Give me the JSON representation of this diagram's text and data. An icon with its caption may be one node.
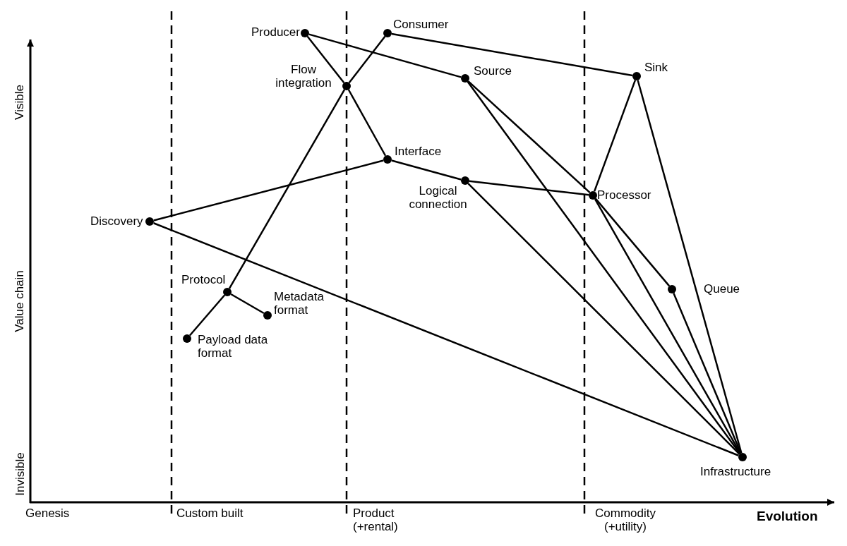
{
  "diagram": {
    "nodes": [
      {
        "text": [
          "Producer"
        ]
      },
      {
        "text": [
          "Consumer"
        ]
      },
      {
        "text": [
          "Flow integration"
        ]
      },
      {
        "text": [
          "Source"
        ]
      },
      {
        "text": [
          "Sink"
        ]
      },
      {
        "text": [
          "Interface"
        ]
      },
      {
        "text": [
          "Logical connection"
        ]
      },
      {
        "text": [
          "Processor"
        ]
      },
      {
        "text": [
          "Discovery"
        ]
      },
      {
        "text": [
          "Protocol"
        ]
      },
      {
        "text": [
          "Metadata format"
        ]
      },
      {
        "text": [
          "Payload data format"
        ]
      },
      {
        "text": [
          "Queue"
        ]
      },
      {
        "text": [
          "Infrastructure"
        ]
      }
    ],
    "edges": [
      {
        "from": 0,
        "to": 3,
        "arrow": "none"
      },
      {
        "from": 0,
        "to": 2,
        "arrow": "none"
      },
      {
        "from": 1,
        "to": 2,
        "arrow": "none"
      },
      {
        "from": 1,
        "to": 4,
        "arrow": "none"
      },
      {
        "from": 2,
        "to": 5,
        "arrow": "none"
      },
      {
        "from": 2,
        "to": 9,
        "arrow": "none"
      },
      {
        "from": 3,
        "to": 7,
        "arrow": "none"
      },
      {
        "from": 3,
        "to": 13,
        "arrow": "none"
      },
      {
        "from": 4,
        "to": 7,
        "arrow": "none"
      },
      {
        "from": 4,
        "to": 13,
        "arrow": "none"
      },
      {
        "from": 5,
        "to": 6,
        "arrow": "none"
      },
      {
        "from": 5,
        "to": 8,
        "arrow": "none"
      },
      {
        "from": 6,
        "to": 7,
        "arrow": "none"
      },
      {
        "from": 6,
        "to": 13,
        "arrow": "none"
      },
      {
        "from": 7,
        "to": 12,
        "arrow": "none"
      },
      {
        "from": 7,
        "to": 13,
        "arrow": "none"
      },
      {
        "from": 12,
        "to": 13,
        "arrow": "none"
      },
      {
        "from": 8,
        "to": 13,
        "arrow": "none"
      },
      {
        "from": 9,
        "to": 10,
        "arrow": "none"
      },
      {
        "from": 9,
        "to": 11,
        "arrow": "none"
      }
    ],
    "labels": [
      "Visible",
      "Value chain",
      "Invisible",
      "Genesis",
      "Custom built",
      "Product (+rental)",
      "Commodity (+utility)",
      "Evolution"
    ]
  }
}
